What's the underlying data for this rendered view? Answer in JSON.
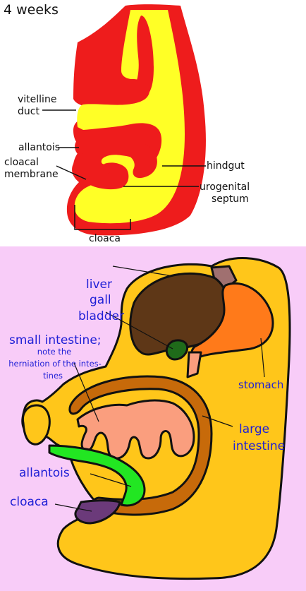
{
  "top_panel": {
    "title": "4 weeks",
    "labels": {
      "vitelline_duct_1": "vitelline",
      "vitelline_duct_2": "duct",
      "allantois": "allantois",
      "cloacal_membrane_1": "cloacal",
      "cloacal_membrane_2": "membrane",
      "hindgut": "hindgut",
      "urogenital_septum_1": "urogenital",
      "urogenital_septum_2": "septum",
      "cloaca": "cloaca"
    },
    "colors": {
      "mesoderm": "#ee1c1c",
      "endoderm": "#ffff26",
      "line": "#111111"
    }
  },
  "bottom_panel": {
    "labels": {
      "liver": "liver",
      "gall_bladder_1": "gall",
      "gall_bladder_2": "bladder",
      "small_intestine": "small intestine;",
      "note_1": "note the",
      "note_2": "herniation of the intes-",
      "note_3": "tines",
      "stomach": "stomach",
      "large_intestine_1": "large",
      "large_intestine_2": "intestine",
      "allantois": "allantois",
      "cloaca": "cloaca"
    },
    "colors": {
      "background": "#f8ccf8",
      "body": "#ffc61a",
      "liver": "#5e3717",
      "gall_bladder": "#1f6b1a",
      "stomach": "#ff7a1a",
      "small_intestine": "#fa9e7e",
      "large_intestine": "#c76a0a",
      "allantois": "#22e622",
      "cloaca": "#6b3a7a",
      "esophagus": "#a07070",
      "label_text": "#1f1fd6"
    }
  }
}
